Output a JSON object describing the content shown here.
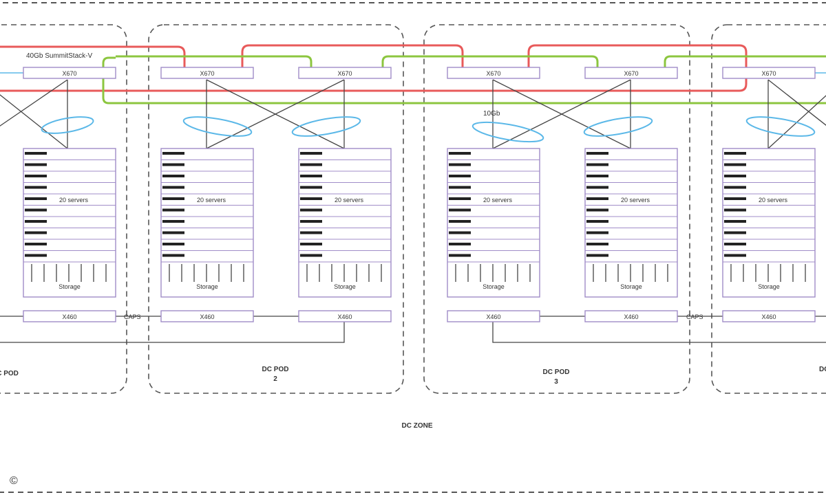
{
  "labels": {
    "stack_label": "40Gb SummitStack-V",
    "link_speed": "10Gb",
    "zone_label": "DC ZONE",
    "copyright": "©"
  },
  "colors": {
    "red_ring": "#e85a5a",
    "green_ring": "#8cc63f",
    "lag_ellipse": "#5bb8e8",
    "device_border": "#a08cc8",
    "pod_border": "#555555",
    "server_bar": "#222222",
    "links": "#444444"
  },
  "pods": [
    {
      "label": "DC POD",
      "number": ""
    },
    {
      "label": "DC POD",
      "number": "2"
    },
    {
      "label": "DC POD",
      "number": "3"
    },
    {
      "label": "DC POD",
      "number": ""
    }
  ],
  "racks": [
    {
      "top_switch": "X670",
      "servers_label": "20 servers",
      "storage_label": "Storage",
      "bottom_switch": "X460"
    },
    {
      "top_switch": "X670",
      "servers_label": "20 servers",
      "storage_label": "Storage",
      "bottom_switch": "X460"
    },
    {
      "top_switch": "X670",
      "servers_label": "20 servers",
      "storage_label": "Storage",
      "bottom_switch": "X460"
    },
    {
      "top_switch": "X670",
      "servers_label": "20 servers",
      "storage_label": "Storage",
      "bottom_switch": "X460"
    },
    {
      "top_switch": "X670",
      "servers_label": "20 servers",
      "storage_label": "Storage",
      "bottom_switch": "X460"
    },
    {
      "top_switch": "X670",
      "servers_label": "20 servers",
      "storage_label": "Storage",
      "bottom_switch": "X460"
    }
  ],
  "caps_labels": [
    "CAPS",
    "CAPS"
  ]
}
